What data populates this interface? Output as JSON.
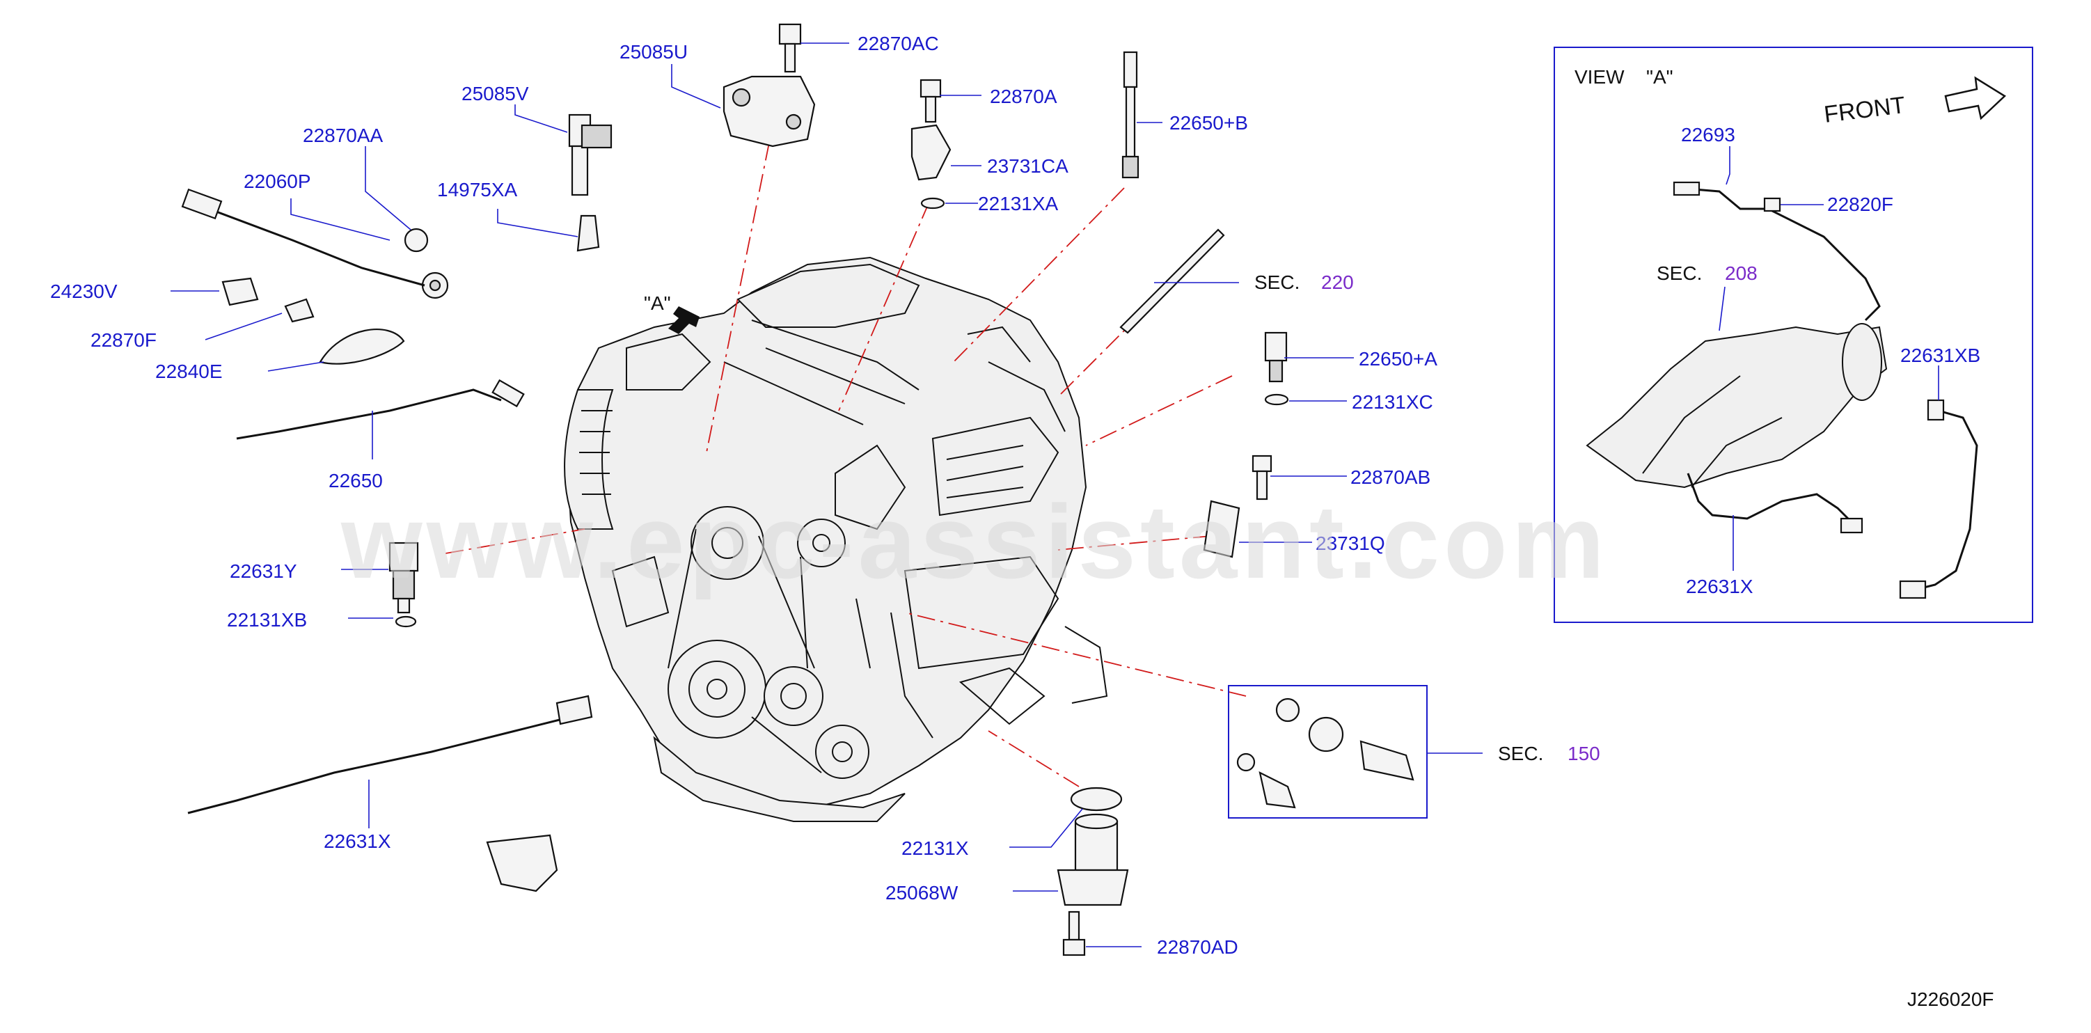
{
  "labels": {
    "p25085U": "25085U",
    "p22870AC": "22870AC",
    "p25085V": "25085V",
    "p22870A": "22870A",
    "p22650B": "22650+B",
    "p22870AA": "22870AA",
    "p23731CA": "23731CA",
    "p14975XA": "14975XA",
    "p22060P": "22060P",
    "p22131XA": "22131XA",
    "p24230V": "24230V",
    "p22870F": "22870F",
    "p22840E": "22840E",
    "p22650": "22650",
    "p22650A": "22650+A",
    "p22131XC": "22131XC",
    "p22870AB": "22870AB",
    "p23731Q": "23731Q",
    "p22631Y": "22631Y",
    "p22131XB": "22131XB",
    "p22631X_left": "22631X",
    "p22131X": "22131X",
    "p25068W": "25068W",
    "p22870AD": "22870AD",
    "viewA": "\"A\"",
    "p22693": "22693",
    "p22820F": "22820F",
    "p22631XB": "22631XB",
    "p22631X_inset": "22631X",
    "front": "FRONT",
    "viewLabel": "VIEW",
    "viewLetter": "\"A\"",
    "diagramId": "J226020F"
  },
  "sections": {
    "sec220": {
      "prefix": "SEC.",
      "num": "220"
    },
    "sec150": {
      "prefix": "SEC.",
      "num": "150"
    },
    "sec208": {
      "prefix": "SEC.",
      "num": "208"
    }
  },
  "watermark": "www.epc-assistant.com",
  "colors": {
    "label": "#1a1acc",
    "section_number": "#7a2bc9",
    "dash_line": "#d21a1a",
    "line_art": "#111111"
  }
}
